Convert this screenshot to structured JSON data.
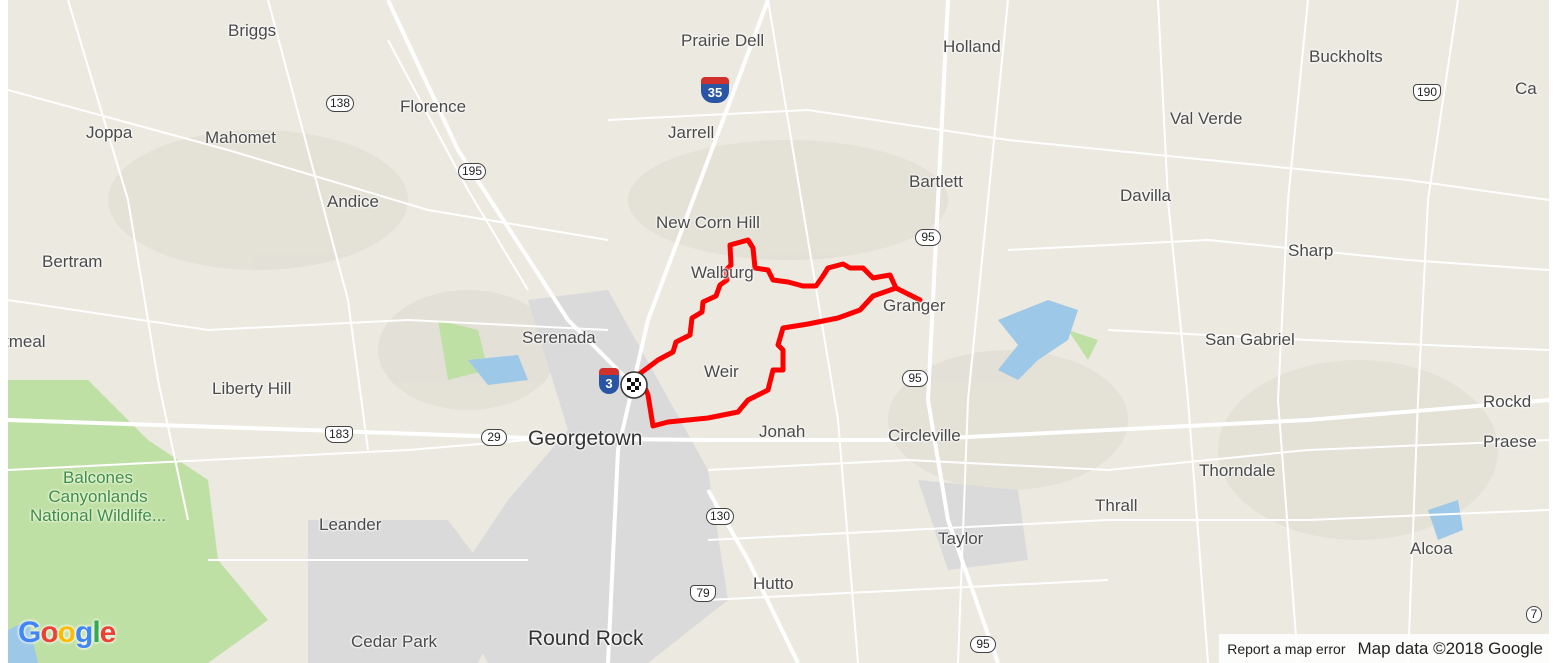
{
  "map": {
    "towns": [
      {
        "name": "Briggs"
      },
      {
        "name": "Prairie Dell"
      },
      {
        "name": "Holland"
      },
      {
        "name": "Buckholts"
      },
      {
        "name": "Ca"
      },
      {
        "name": "Florence"
      },
      {
        "name": "Joppa"
      },
      {
        "name": "Mahomet"
      },
      {
        "name": "Jarrell"
      },
      {
        "name": "Val Verde"
      },
      {
        "name": "Bartlett"
      },
      {
        "name": "Davilla"
      },
      {
        "name": "Andice"
      },
      {
        "name": "New Corn Hill"
      },
      {
        "name": "Bertram"
      },
      {
        "name": "Walburg"
      },
      {
        "name": "Sharp"
      },
      {
        "name": "Granger"
      },
      {
        "name": "tmeal"
      },
      {
        "name": "Serenada"
      },
      {
        "name": "San Gabriel"
      },
      {
        "name": "Weir"
      },
      {
        "name": "Liberty Hill"
      },
      {
        "name": "Rockd"
      },
      {
        "name": "Georgetown"
      },
      {
        "name": "Jonah"
      },
      {
        "name": "Circleville"
      },
      {
        "name": "Praese"
      },
      {
        "name": "Thorndale"
      },
      {
        "name": "Thrall"
      },
      {
        "name": "Leander"
      },
      {
        "name": "Taylor"
      },
      {
        "name": "Alcoa"
      },
      {
        "name": "Hutto"
      },
      {
        "name": "Cedar Park"
      },
      {
        "name": "Round Rock"
      }
    ],
    "park_label": "Balcones Canyonlands National Wildlife...",
    "shields": [
      "138",
      "195",
      "95",
      "95",
      "183",
      "29",
      "130",
      "79",
      "95",
      "190",
      "7"
    ],
    "interstate": "35",
    "interstate_small": "3",
    "route_color": "#ff0000",
    "finish_marker": "checkered-flag-icon"
  },
  "logo": "Google",
  "footer": {
    "report": "Report a map error",
    "attribution": "Map data ©2018 Google"
  }
}
